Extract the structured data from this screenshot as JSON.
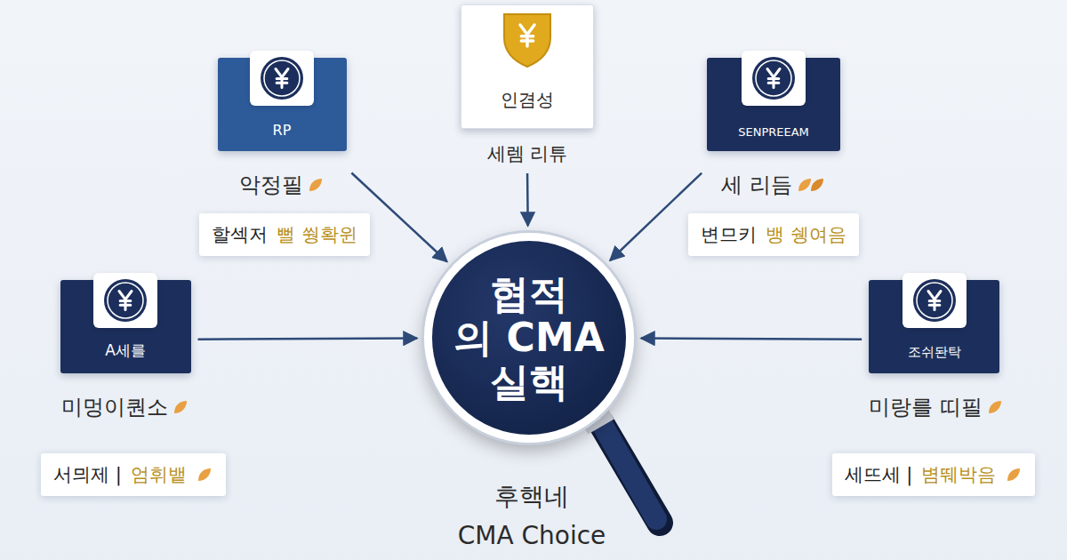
{
  "diagram": {
    "nodes": [
      {
        "text": [
          "RP",
          "악정필"
        ]
      },
      {
        "text": [
          "인겸성",
          "세렘 리튜"
        ]
      },
      {
        "text": [
          "SENPREEAM",
          "세 리듬"
        ]
      },
      {
        "text": [
          "할섹저",
          "뻘 쒕확윈"
        ]
      },
      {
        "text": [
          "변므키",
          "뱅 쉥여음"
        ]
      },
      {
        "text": [
          "협적",
          "의 CMA",
          "실핵"
        ]
      },
      {
        "text": [
          "A세를",
          "미멍이퀀소"
        ]
      },
      {
        "text": [
          "조쉬돤탁",
          "미랑를 띠필"
        ]
      },
      {
        "text": [
          "서믜제 |",
          "엄휘뱉"
        ]
      },
      {
        "text": [
          "세뜨세 |",
          "볌뛔박음"
        ]
      }
    ],
    "edges": [
      {
        "from": 0,
        "to": 5,
        "arrow": "to"
      },
      {
        "from": 1,
        "to": 5,
        "arrow": "to"
      },
      {
        "from": 2,
        "to": 5,
        "arrow": "to"
      },
      {
        "from": 6,
        "to": 5,
        "arrow": "to"
      },
      {
        "from": 7,
        "to": 5,
        "arrow": "to"
      }
    ],
    "labels": [
      "후핵네",
      "CMA Choice"
    ]
  }
}
